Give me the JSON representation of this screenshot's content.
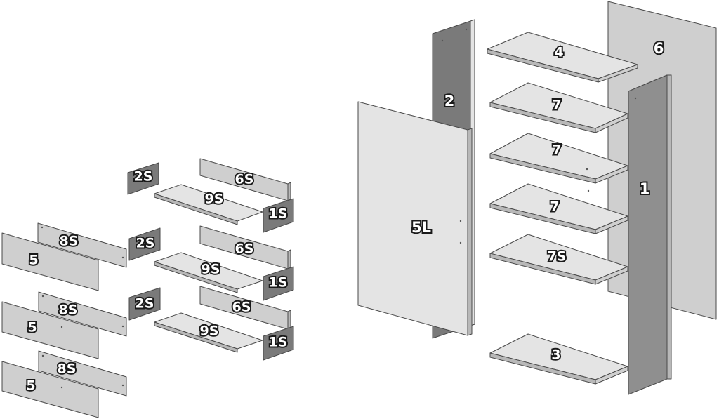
{
  "diagram": {
    "parts": {
      "p2s_a": "2S",
      "p6s_a": "6S",
      "p9s_a": "9S",
      "p1s_a": "1S",
      "p8s_a": "8S",
      "p5_a": "5",
      "p2s_b": "2S",
      "p6s_b": "6S",
      "p9s_b": "9S",
      "p1s_b": "1S",
      "p8s_b": "8S",
      "p5_b": "5",
      "p2s_c": "2S",
      "p6s_c": "6S",
      "p9s_c": "9S",
      "p1s_c": "1S",
      "p8s_c": "8S",
      "p5_c": "5",
      "p2": "2",
      "p5l": "5L",
      "p4": "4",
      "p7_a": "7",
      "p7_b": "7",
      "p7_c": "7",
      "p7s": "7S",
      "p3": "3",
      "p6": "6",
      "p1": "1"
    }
  }
}
